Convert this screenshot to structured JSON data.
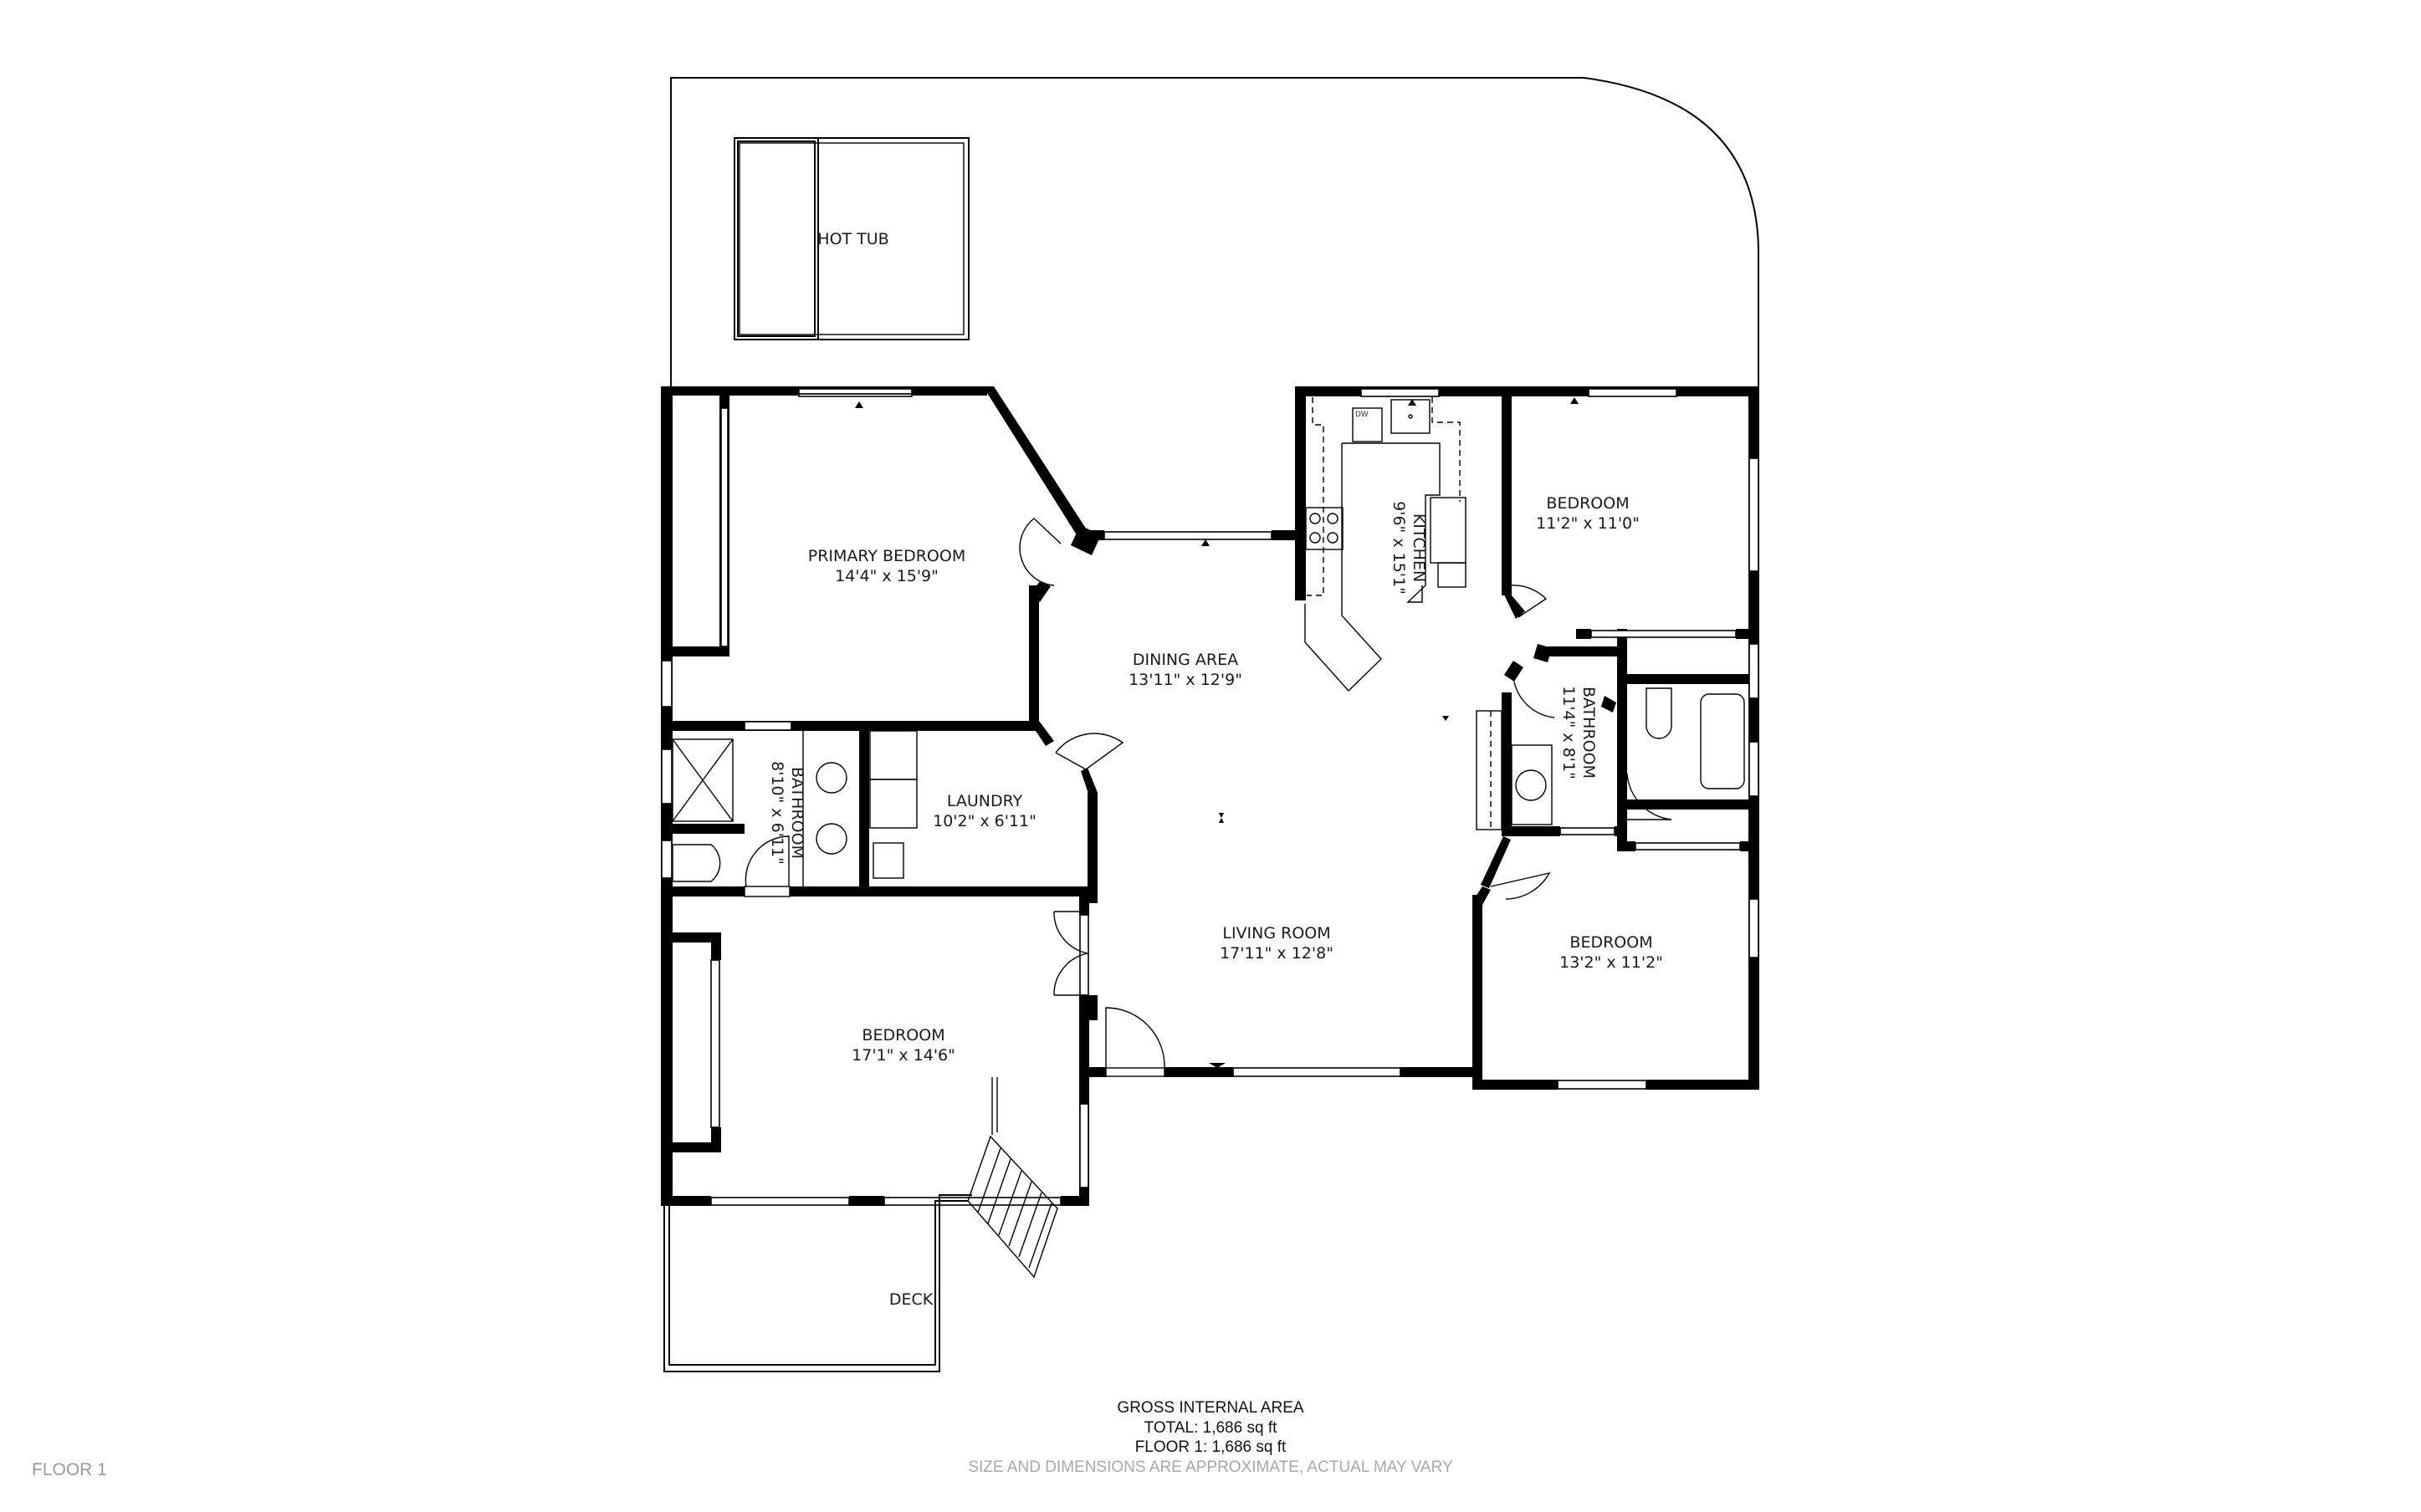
{
  "plan": {
    "floor_label": "FLOOR 1",
    "outdoor": [
      {
        "id": "hot-tub",
        "name": "HOT TUB"
      },
      {
        "id": "deck",
        "name": "DECK"
      }
    ],
    "rooms": [
      {
        "id": "primary-bedroom",
        "name": "PRIMARY BEDROOM",
        "dimensions": "14'4\" x 15'9\""
      },
      {
        "id": "kitchen",
        "name": "KITCHEN",
        "dimensions": "9'6\" x 15'1\""
      },
      {
        "id": "bedroom-ne",
        "name": "BEDROOM",
        "dimensions": "11'2\" x 11'0\""
      },
      {
        "id": "dining-area",
        "name": "DINING AREA",
        "dimensions": "13'11\" x 12'9\""
      },
      {
        "id": "bathroom-e",
        "name": "BATHROOM",
        "dimensions": "11'4\" x 8'1\""
      },
      {
        "id": "bathroom-w",
        "name": "BATHROOM",
        "dimensions": "8'10\" x 6'11\""
      },
      {
        "id": "laundry",
        "name": "LAUNDRY",
        "dimensions": "10'2\" x 6'11\""
      },
      {
        "id": "living-room",
        "name": "LIVING ROOM",
        "dimensions": "17'11\" x 12'8\""
      },
      {
        "id": "bedroom-se",
        "name": "BEDROOM",
        "dimensions": "13'2\" x 11'2\""
      },
      {
        "id": "bedroom-sw",
        "name": "BEDROOM",
        "dimensions": "17'1\" x 14'6\""
      }
    ],
    "fixtures": {
      "dishwasher_label": "DW"
    }
  },
  "summary": {
    "heading": "GROSS INTERNAL AREA",
    "total": "TOTAL: 1,686 sq ft",
    "floor_1": "FLOOR 1: 1,686 sq ft",
    "disclaimer": "SIZE AND DIMENSIONS ARE APPROXIMATE, ACTUAL MAY VARY"
  }
}
